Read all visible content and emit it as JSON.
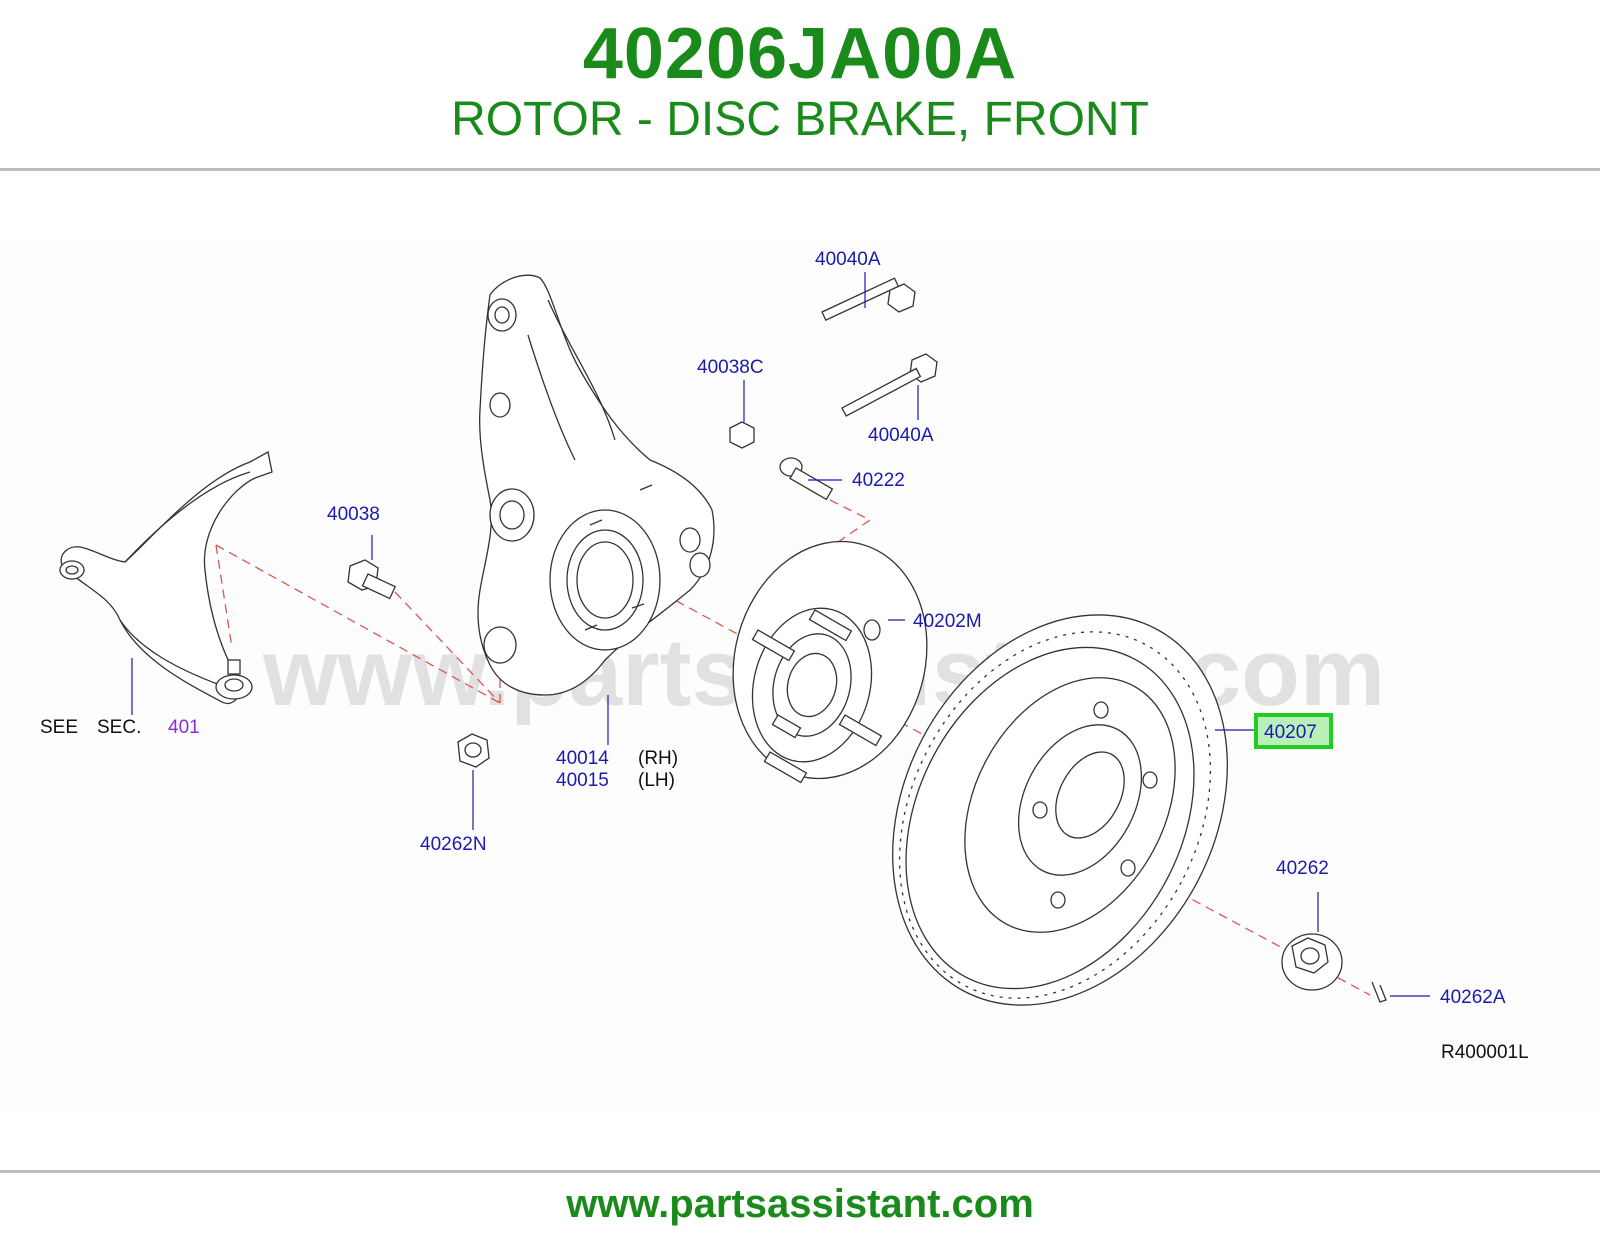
{
  "header": {
    "part_number": "40206JA00A",
    "title": "ROTOR - DISC BRAKE, FRONT"
  },
  "watermark": "www.partsassistant.com",
  "callouts": {
    "c40040A_top": "40040A",
    "c40040A_bottom": "40040A",
    "c40038C": "40038C",
    "c40222": "40222",
    "c40038": "40038",
    "c40202M": "40202M",
    "c40207": "40207",
    "c40014": "40014",
    "c40014_side": "(RH)",
    "c40015": "40015",
    "c40015_side": "(LH)",
    "c40262N": "40262N",
    "c40262": "40262",
    "c40262A": "40262A",
    "see": "SEE",
    "sec": "SEC.",
    "sec_ref": "401",
    "diagram_code": "R400001L"
  },
  "colors": {
    "header_green": "#1a8a1a",
    "callout_blue": "#1a1ab0",
    "highlight_green": "#22cc22",
    "highlight_fill": "#b9f0b9",
    "dash_red": "#e05555",
    "section_ref_purple": "#8a2be2"
  },
  "footer": {
    "url": "www.partsassistant.com"
  }
}
